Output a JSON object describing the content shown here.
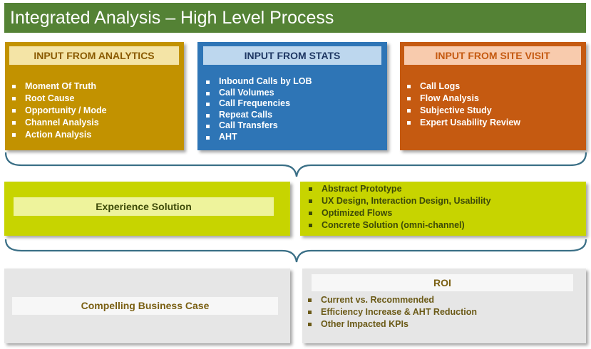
{
  "title": "Integrated Analysis – High Level Process",
  "colors": {
    "title_bg": "#548235",
    "analytics": "#c29200",
    "stats": "#2e75b6",
    "site_visit": "#c55a11",
    "experience": "#c7d400",
    "business": "#e6e6e6"
  },
  "analytics": {
    "header": "INPUT FROM ANALYTICS",
    "items": [
      "Moment Of Truth",
      "Root Cause",
      "Opportunity / Mode",
      "Channel Analysis",
      "Action Analysis"
    ]
  },
  "stats": {
    "header": "INPUT FROM STATS",
    "items": [
      "Inbound Calls by LOB",
      "Call Volumes",
      "Call Frequencies",
      "Repeat Calls",
      "Call Transfers",
      "AHT"
    ]
  },
  "site_visit": {
    "header": "INPUT FROM SITE VISIT",
    "items": [
      "Call Logs",
      "Flow Analysis",
      "Subjective Study",
      "Expert Usability Review"
    ]
  },
  "experience": {
    "label": "Experience Solution",
    "items": [
      "Abstract Prototype",
      "UX Design,  Interaction Design, Usability",
      "Optimized Flows",
      "Concrete Solution (omni-channel)"
    ]
  },
  "business": {
    "label": "Compelling Business Case",
    "roi_header": "ROI",
    "items": [
      "Current vs. Recommended",
      "Efficiency Increase & AHT Reduction",
      "Other Impacted KPIs"
    ]
  }
}
